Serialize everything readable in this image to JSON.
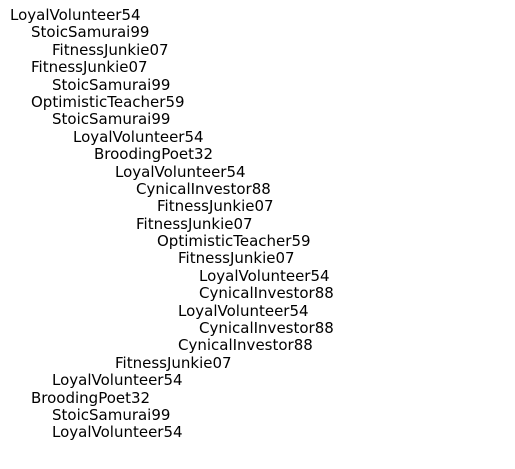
{
  "thread": {
    "nodes": [
      {
        "label": "LoyalVolunteer54"
      },
      {
        "label": "StoicSamurai99"
      },
      {
        "label": "FitnessJunkie07"
      },
      {
        "label": "FitnessJunkie07"
      },
      {
        "label": "StoicSamurai99"
      },
      {
        "label": "OptimisticTeacher59"
      },
      {
        "label": "StoicSamurai99"
      },
      {
        "label": "LoyalVolunteer54"
      },
      {
        "label": "BroodingPoet32"
      },
      {
        "label": "LoyalVolunteer54"
      },
      {
        "label": "CynicalInvestor88"
      },
      {
        "label": "FitnessJunkie07"
      },
      {
        "label": "FitnessJunkie07"
      },
      {
        "label": "OptimisticTeacher59"
      },
      {
        "label": "FitnessJunkie07"
      },
      {
        "label": "LoyalVolunteer54"
      },
      {
        "label": "CynicalInvestor88"
      },
      {
        "label": "LoyalVolunteer54"
      },
      {
        "label": "CynicalInvestor88"
      },
      {
        "label": "CynicalInvestor88"
      },
      {
        "label": "FitnessJunkie07"
      },
      {
        "label": "LoyalVolunteer54"
      },
      {
        "label": "BroodingPoet32"
      },
      {
        "label": "StoicSamurai99"
      },
      {
        "label": "LoyalVolunteer54"
      }
    ]
  }
}
